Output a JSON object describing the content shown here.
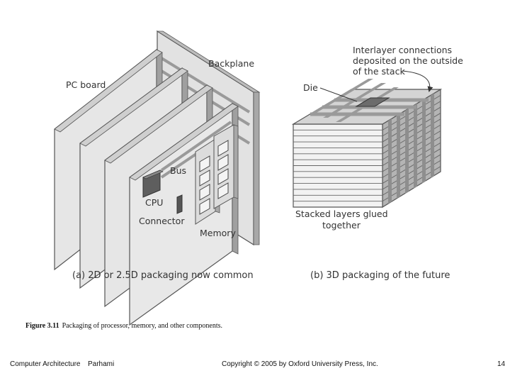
{
  "diagram": {
    "left": {
      "labels": {
        "pc_board": "PC board",
        "backplane": "Backplane",
        "bus": "Bus",
        "cpu": "CPU",
        "connector": "Connector",
        "memory": "Memory"
      },
      "caption": "(a) 2D or 2.5D packaging now common"
    },
    "right": {
      "labels": {
        "interlayer_line1": "Interlayer connections",
        "interlayer_line2": "deposited on the outside",
        "interlayer_line3": "of the stack",
        "die": "Die",
        "stacked_line1": "Stacked layers glued",
        "stacked_line2": "together"
      },
      "caption": "(b) 3D packaging of the future"
    }
  },
  "figure_caption": {
    "number": "Figure 3.11",
    "text": "Packaging of processor, memory, and other components."
  },
  "footer": {
    "course": "Computer Architecture",
    "author": "Parhami",
    "copyright": "Copyright © 2005 by Oxford University Press, Inc.",
    "page": "14"
  }
}
